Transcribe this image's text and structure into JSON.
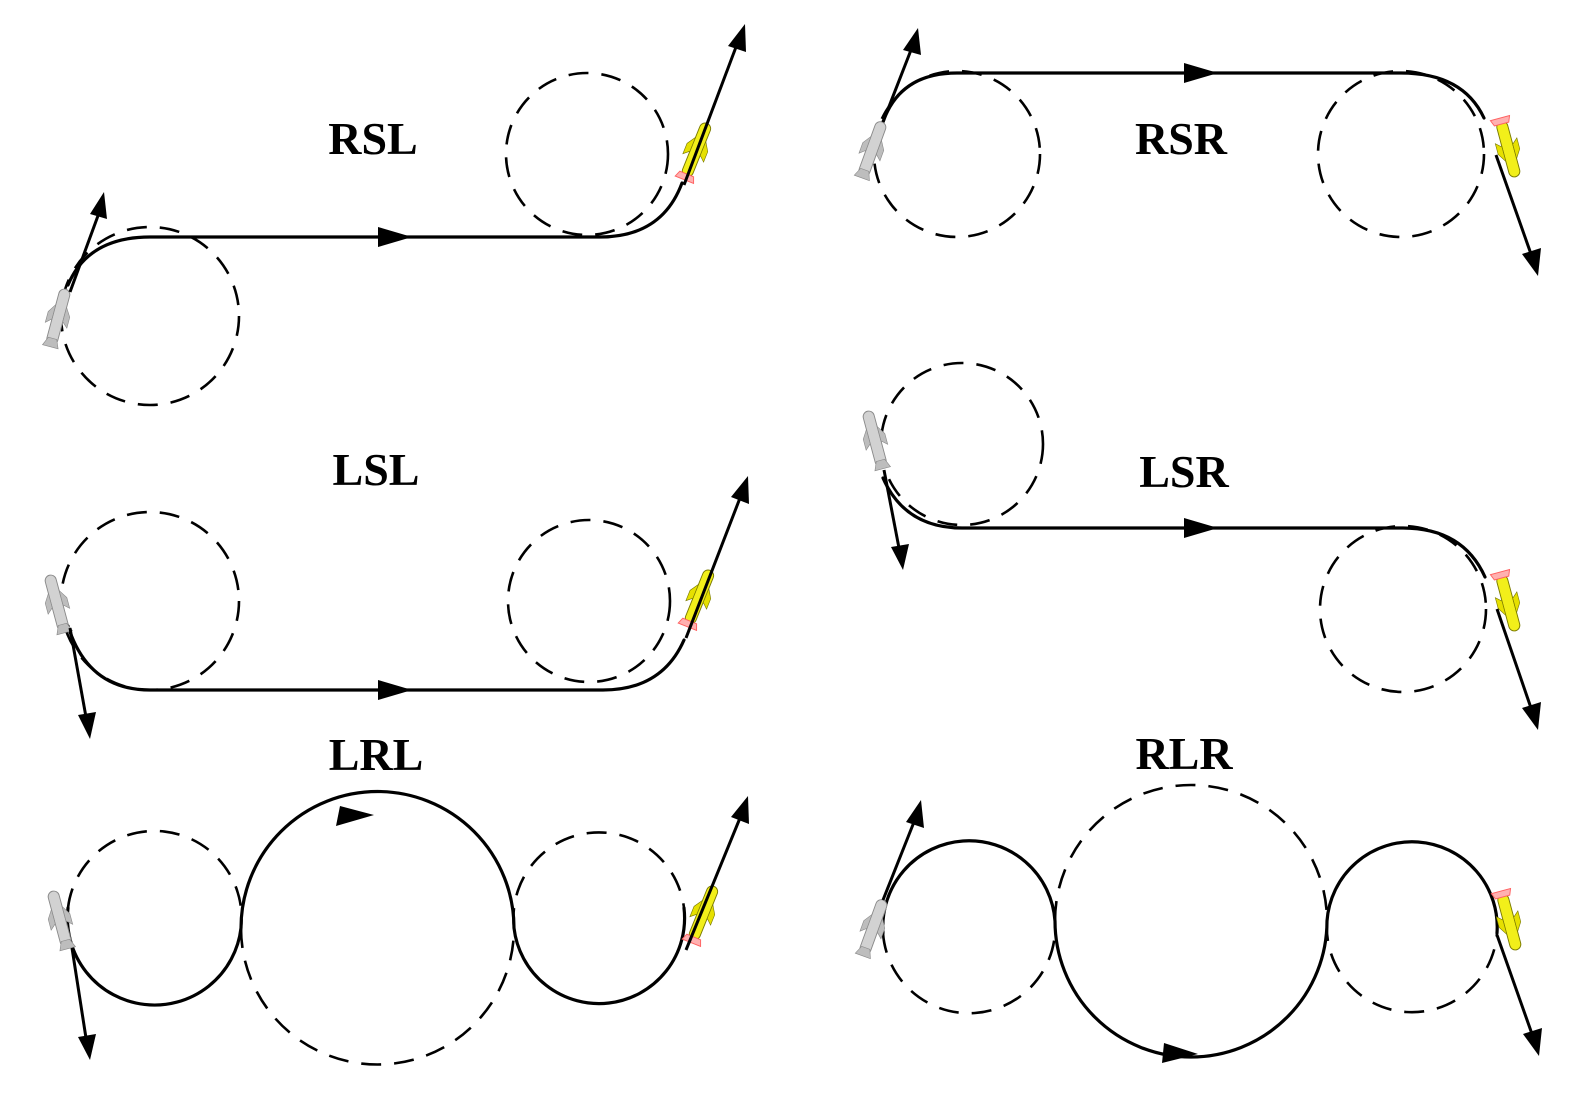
{
  "diagram": {
    "panels": [
      {
        "id": "rsl",
        "label": "RSL"
      },
      {
        "id": "rsr",
        "label": "RSR"
      },
      {
        "id": "lsl",
        "label": "LSL"
      },
      {
        "id": "lsr",
        "label": "LSR"
      },
      {
        "id": "lrl",
        "label": "LRL"
      },
      {
        "id": "rlr",
        "label": "RLR"
      }
    ],
    "colors": {
      "path": "#000000",
      "start_vehicle": "#c8c8c8",
      "goal_vehicle": "#f2ef1a",
      "goal_vehicle_tip": "#ff7777"
    },
    "icons": [
      "start-vehicle-icon",
      "goal-vehicle-icon",
      "heading-arrow-icon",
      "direction-arrow-icon"
    ]
  }
}
